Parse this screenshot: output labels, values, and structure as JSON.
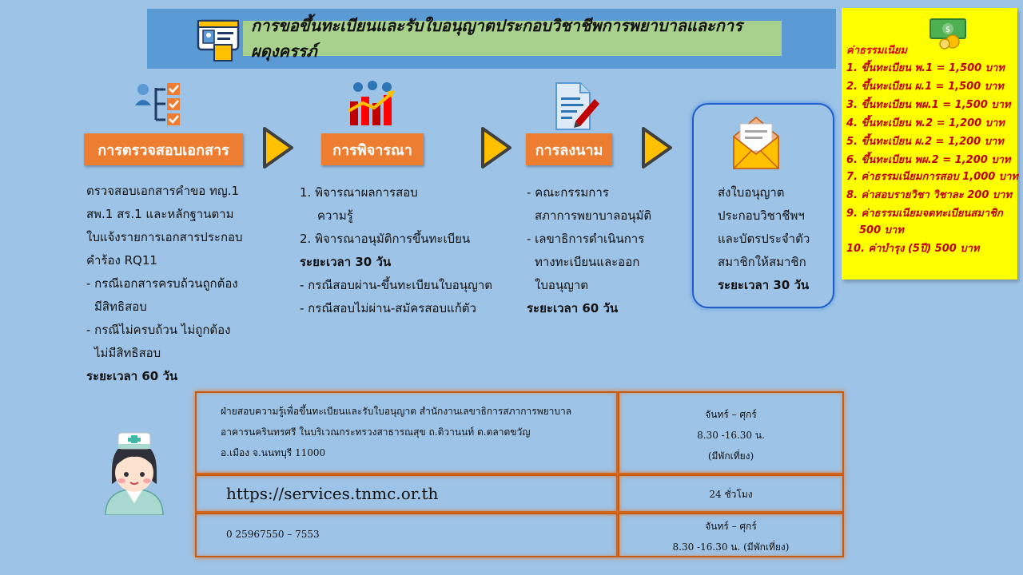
{
  "header": {
    "title": "การขอขึ้นทะเบียนและรับใบอนุญาตประกอบวิชาชีพการพยาบาลและการผดุงครรภ์",
    "icon": "id-card-icon"
  },
  "fees": {
    "title": "ค่าธรรมเนียม",
    "icon": "money-icon",
    "items": [
      "1. ขึ้นทะเบียน พ.1 = 1,500 บาท",
      "2. ขึ้นทะเบียน ผ.1 = 1,500 บาท",
      "3. ขึ้นทะเบียน พผ.1 = 1,500 บาท",
      "4. ขึ้นทะเบียน พ.2 = 1,200 บาท",
      "5. ขึ้นทะเบียน ผ.2 = 1,200 บาท",
      "6. ขึ้นทะเบียน พผ.2 = 1,200 บาท",
      "7. ค่าธรรมเนียมการสอบ 1,000 บาท",
      "8. ค่าสอบรายวิชา วิชาละ 200 บาท",
      "9. ค่าธรรมเนียมจดทะเบียนสมาชิก",
      "500 บาท",
      "10. ค่าบำรุง (5ปี) 500 บาท"
    ]
  },
  "steps": [
    {
      "label": "การตรวจสอบเอกสาร",
      "icon": "checklist-icon",
      "lines": [
        "ตรวจสอบเอกสารคำขอ ทญ.1",
        "สพ.1 สร.1 และหลักฐานตาม",
        "ใบแจ้งรายการเอกสารประกอบ",
        "คำร้อง RQ11",
        "- กรณีเอกสารครบถ้วนถูกต้อง",
        "  มีสิทธิสอบ",
        "- กรณีไม่ครบถ้วน ไม่ถูกต้อง",
        "  ไม่มีสิทธิสอบ"
      ],
      "duration": "ระยะเวลา 60 วัน"
    },
    {
      "label": "การพิจารณา",
      "icon": "chart-icon",
      "lines_a": [
        "1. พิจารณาผลการสอบ",
        "   ความรู้",
        "2. พิจารณาอนุมัติการขึ้นทะเบียน"
      ],
      "duration": "ระยะเวลา 30 วัน",
      "lines_b": [
        "- กรณีสอบผ่าน-ขึ้นทะเบียนใบอนุญาต",
        "- กรณีสอบไม่ผ่าน-สมัครสอบแก้ตัว"
      ]
    },
    {
      "label": "การลงนาม",
      "icon": "document-sign-icon",
      "lines": [
        "- คณะกรรมการ",
        "  สภาการพยาบาลอนุมัติ",
        "- เลขาธิการดำเนินการ",
        "  ทางทะเบียนและออก",
        "  ใบอนุญาต"
      ],
      "duration": "ระยะเวลา 60 วัน"
    },
    {
      "label": "",
      "icon": "envelope-icon",
      "lines": [
        "ส่งใบอนุญาต",
        "ประกอบวิชาชีพฯ",
        "และบัตรประจำตัว",
        "สมาชิกให้สมาชิก"
      ],
      "duration": "ระยะเวลา 30 วัน"
    }
  ],
  "contacts": {
    "avatar_icon": "nurse-icon",
    "rows": [
      {
        "info": [
          "ฝ่ายสอบความรู้เพื่อขึ้นทะเบียนและรับใบอนุญาต  สำนักงานเลขาธิการสภาการพยาบาล",
          "อาคารนครินทรศรี  ในบริเวณกระทรวงสาธารณสุข  ถ.ติวานนท์  ต.ตลาดขวัญ",
          "อ.เมือง  จ.นนทบุรี  11000"
        ],
        "hours": [
          "จันทร์ – ศุกร์",
          "8.30 -16.30 น.",
          "(มีพักเที่ยง)"
        ]
      },
      {
        "info": [
          "https://services.tnmc.or.th"
        ],
        "hours": [
          "24 ชั่วโมง"
        ]
      },
      {
        "info": [
          "0 25967550 – 7553"
        ],
        "hours": [
          "จันทร์ – ศุกร์",
          "8.30 -16.30 น. (มีพักเที่ยง)"
        ]
      }
    ]
  }
}
